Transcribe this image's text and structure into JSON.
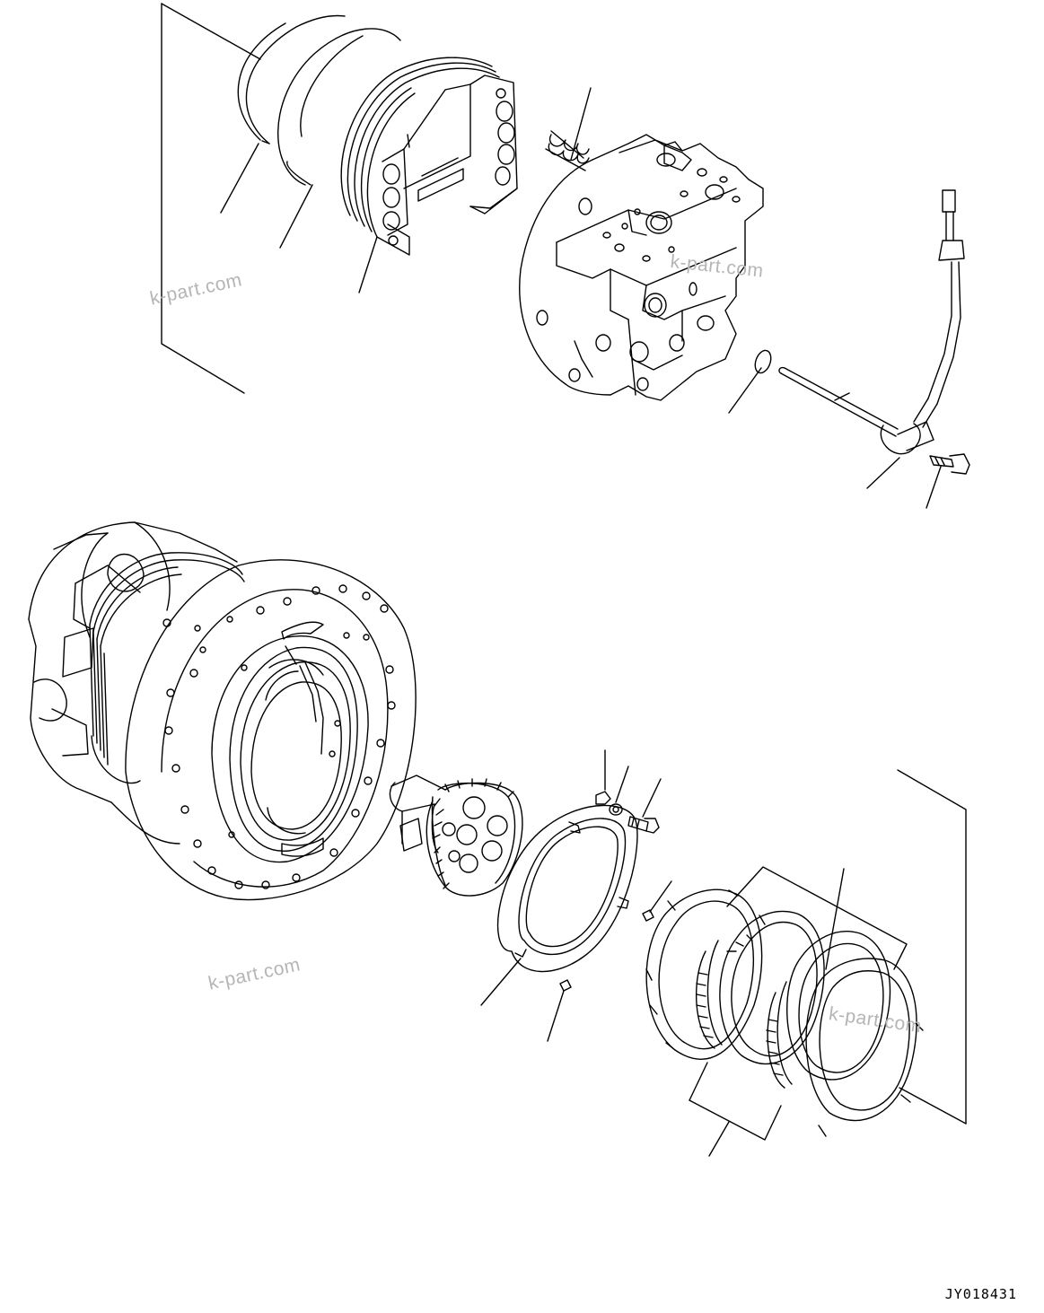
{
  "watermarks": [
    "k-part.com",
    "k-part.com",
    "k-part.com",
    "k-part.com"
  ],
  "reference_code": "JY018431",
  "colors": {
    "line": "#000000",
    "background": "#ffffff",
    "watermark": "#b5b5b5"
  }
}
